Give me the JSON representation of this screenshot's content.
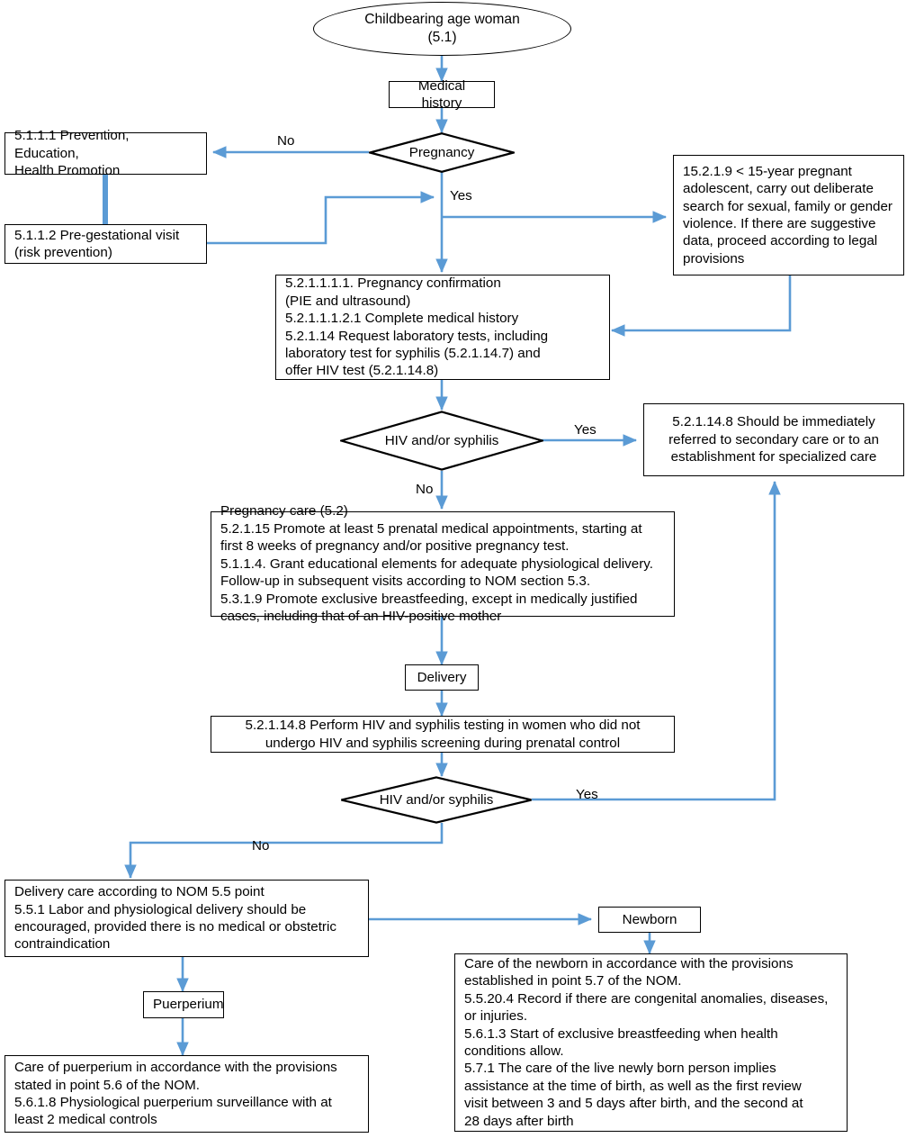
{
  "diagram": {
    "title": "Care pathway flowchart for childbearing age woman (NOM)",
    "accent_color": "#5b9bd5",
    "line_color": "#000000",
    "background": "#ffffff"
  },
  "nodes": {
    "start": {
      "shape": "terminator",
      "text": "Childbearing age woman\n(5.1)"
    },
    "medical_history": {
      "shape": "process",
      "text": "Medical history"
    },
    "pregnancy_decision": {
      "shape": "decision",
      "text": "Pregnancy"
    },
    "prevention": {
      "shape": "process",
      "text": "5.1.1.1 Prevention, Education,\nHealth Promotion"
    },
    "pregestational": {
      "shape": "process",
      "text": "5.1.1.2 Pre-gestational visit\n(risk prevention)"
    },
    "adolescent": {
      "shape": "process",
      "text": "15.2.1.9 < 15-year pregnant\nadolescent, carry out deliberate\nsearch for sexual, family or gender\nviolence. If there are suggestive\ndata, proceed according to legal\nprovisions"
    },
    "confirmation": {
      "shape": "process",
      "text": "5.2.1.1.1.1. Pregnancy confirmation\n(PIE and ultrasound)\n5.2.1.1.1.2.1 Complete medical history\n5.2.1.14 Request laboratory tests, including\nlaboratory test for syphilis (5.2.1.14.7) and\noffer HIV test (5.2.1.14.8)"
    },
    "hiv_decision_1": {
      "shape": "decision",
      "text": "HIV and/or syphilis"
    },
    "referral": {
      "shape": "process",
      "text": "5.2.1.14.8 Should be immediately\nreferred to secondary care or to an\nestablishment for specialized care"
    },
    "pregnancy_care": {
      "shape": "process",
      "text": "Pregnancy care (5.2)\n5.2.1.15 Promote at least 5 prenatal medical appointments, starting at\nfirst 8 weeks of pregnancy and/or positive pregnancy test.\n5.1.1.4. Grant educational elements for adequate physiological delivery.\nFollow-up in subsequent visits according to NOM section 5.3.\n5.3.1.9 Promote exclusive breastfeeding, except in medically justified\ncases, including that of an HIV-positive mother"
    },
    "delivery": {
      "shape": "process",
      "text": "Delivery"
    },
    "testing": {
      "shape": "process",
      "text": "5.2.1.14.8 Perform HIV and syphilis testing in women who did not\nundergo HIV and syphilis screening during prenatal control"
    },
    "hiv_decision_2": {
      "shape": "decision",
      "text": "HIV and/or syphilis"
    },
    "delivery_care": {
      "shape": "process",
      "text": "Delivery care according to NOM 5.5 point\n5.5.1 Labor and physiological delivery should be\nencouraged, provided there is no medical or obstetric\ncontraindication"
    },
    "newborn": {
      "shape": "process",
      "text": "Newborn"
    },
    "newborn_care": {
      "shape": "process",
      "text": "Care of the newborn in accordance  with the provisions\nestablished in point 5.7 of the NOM.\n5.5.20.4 Record if there are congenital anomalies, diseases,\nor injuries.\n5.6.1.3 Start of exclusive breastfeeding when health\nconditions allow.\n5.7.1 The care of the live newly born person implies\nassistance at the time of birth, as well as the first review\nvisit between 3 and 5 days after birth, and the second at\n28 days after birth"
    },
    "puerperium": {
      "shape": "process",
      "text": "Puerperium"
    },
    "puerperium_care": {
      "shape": "process",
      "text": "Care of puerperium in accordance with the provisions\nstated in point 5.6 of the NOM.\n5.6.1.8 Physiological puerperium surveillance with at\nleast 2 medical controls"
    }
  },
  "edge_labels": {
    "pregnancy_no": "No",
    "pregnancy_yes": "Yes",
    "hiv1_yes": "Yes",
    "hiv1_no": "No",
    "hiv2_yes": "Yes",
    "hiv2_no": "No"
  }
}
